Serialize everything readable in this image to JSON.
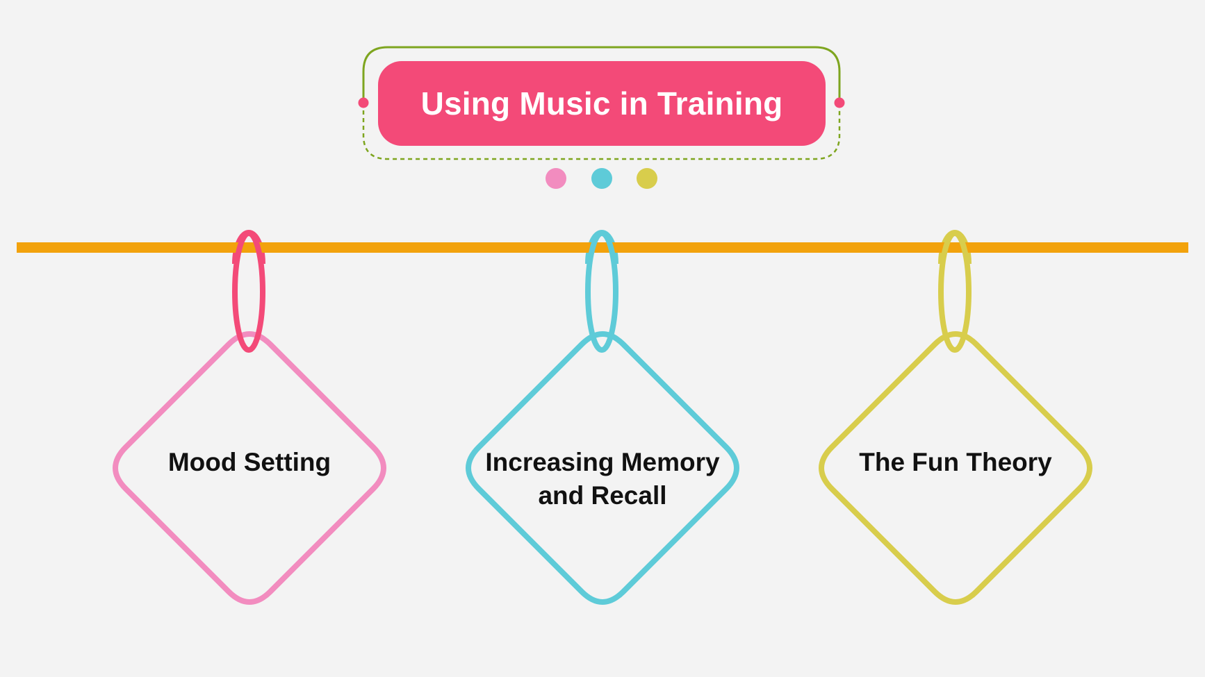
{
  "title": "Using Music in Training",
  "colors": {
    "background": "#f3f3f3",
    "title_fill": "#f34a78",
    "bracket": "#7ea51f",
    "rail": "#f2a20c",
    "pink": "#f28cbf",
    "pink_ring": "#f34a78",
    "cyan": "#5ecbd8",
    "yellow": "#d8cd4c"
  },
  "dots": [
    {
      "color": "#f28cbf"
    },
    {
      "color": "#5ecbd8"
    },
    {
      "color": "#d8cd4c"
    }
  ],
  "tags": [
    {
      "label": "Mood Setting",
      "color": "#f28cbf",
      "ring_color": "#f34a78"
    },
    {
      "label": "Increasing Memory and Recall",
      "color": "#5ecbd8",
      "ring_color": "#5ecbd8"
    },
    {
      "label": "The Fun Theory",
      "color": "#d8cd4c",
      "ring_color": "#d8cd4c"
    }
  ]
}
